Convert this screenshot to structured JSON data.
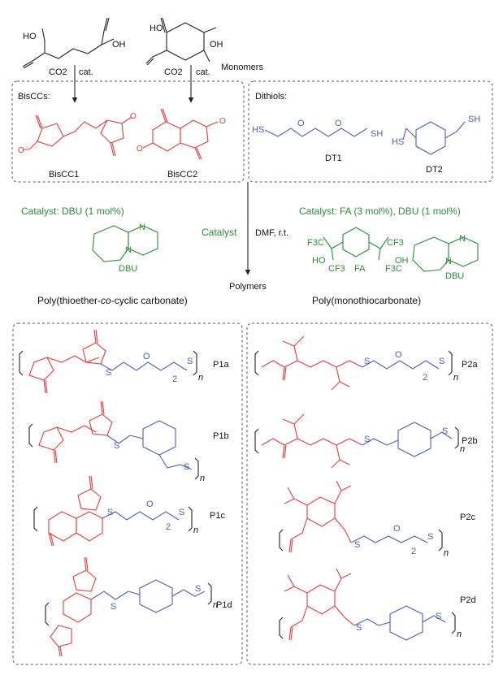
{
  "labels": {
    "co2_left": "CO2",
    "cat_left": "cat.",
    "co2_right": "CO2",
    "cat_right": "cat.",
    "monomers": "Monomers",
    "biscc_header": "BisCCs:",
    "biscc1": "BisCC1",
    "biscc2": "BisCC2",
    "dithiols_header": "Dithiols:",
    "dt1": "DT1",
    "dt2": "DT2",
    "catalyst_dbu": "Catalyst: DBU (1 mol%)",
    "catalyst_fa": "Catalyst: FA (3 mol%), DBU (1 mol%)",
    "catalyst_mid": "Catalyst",
    "conditions": "DMF, r.t.",
    "polymers": "Polymers",
    "dbu_left": "DBU",
    "dbu_right": "DBU",
    "fa": "FA",
    "poly_left_a": "Poly(thioether-",
    "poly_left_co": "co",
    "poly_left_b": "-cyclic carbonate)",
    "poly_right": "Poly(monothiocarbonate)",
    "p1a": "P1a",
    "p1b": "P1b",
    "p1c": "P1c",
    "p1d": "P1d",
    "p2a": "P2a",
    "p2b": "P2b",
    "p2c": "P2c",
    "p2d": "P2d"
  },
  "atoms": {
    "ho": "HO",
    "oh": "OH",
    "o": "O",
    "s": "S",
    "hs": "HS",
    "sh": "SH",
    "n": "N",
    "cf3": "CF3",
    "f3c": "F3C",
    "two": "2",
    "n_rep": "n"
  },
  "colors": {
    "red": "#e03c3c",
    "blue": "#4a5fb8",
    "green": "#2e8b3a",
    "black": "#222222"
  }
}
